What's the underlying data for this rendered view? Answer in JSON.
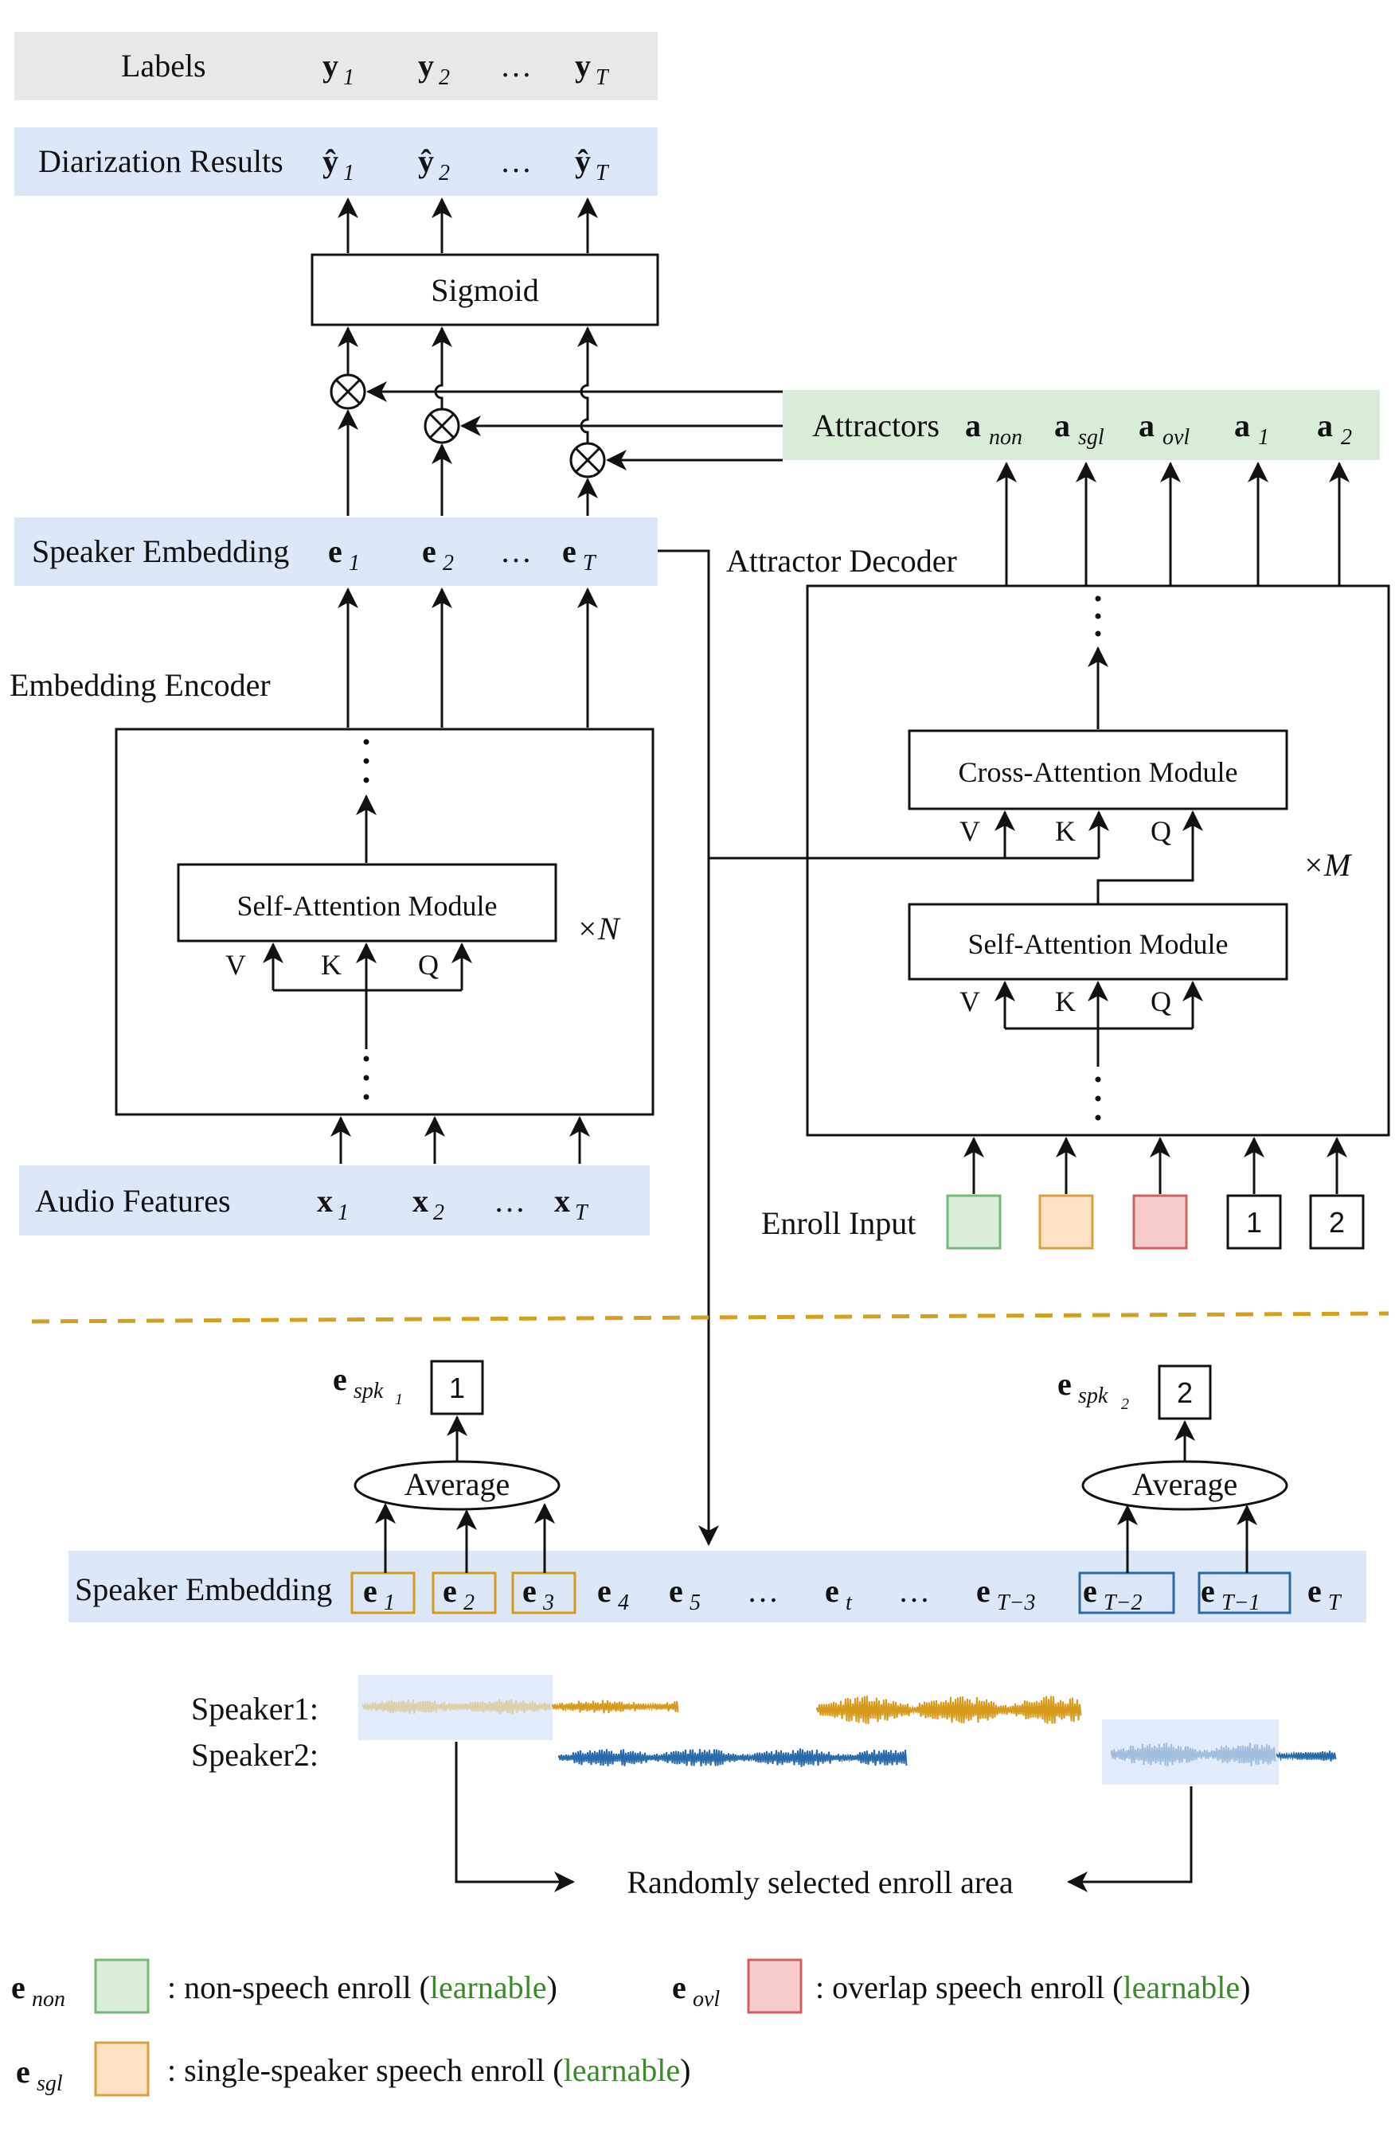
{
  "colors": {
    "band_gray": "#e8e8e8",
    "band_blue": "#dce8f8",
    "band_green": "#d9ecd8",
    "non_fill": "#d9ecd8",
    "non_stroke": "#7ab87a",
    "sgl_fill": "#fde3c4",
    "sgl_stroke": "#d8a040",
    "ovl_fill": "#f6cccc",
    "ovl_stroke": "#d06060",
    "spk1": "#d69b1c",
    "spk2": "#2a6aa8",
    "dash": "#d4a020",
    "learnable": "#3a8a2a"
  },
  "labels_row": {
    "label": "Labels",
    "items": [
      "y",
      "y",
      "…",
      "y"
    ],
    "subs": [
      "1",
      "2",
      "",
      "T"
    ]
  },
  "diar_row": {
    "label": "Diarization Results",
    "items": [
      "ŷ",
      "ŷ",
      "…",
      "ŷ"
    ],
    "subs": [
      "1",
      "2",
      "",
      "T"
    ]
  },
  "sigmoid": "Sigmoid",
  "attractors": {
    "label": "Attractors",
    "items": [
      "a",
      "a",
      "a",
      "a",
      "a"
    ],
    "subs": [
      "non",
      "sgl",
      "ovl",
      "1",
      "2"
    ]
  },
  "speaker_emb_top": {
    "label": "Speaker Embedding",
    "items": [
      "e",
      "e",
      "…",
      "e"
    ],
    "subs": [
      "1",
      "2",
      "",
      "T"
    ]
  },
  "attractor_decoder": "Attractor Decoder",
  "embedding_encoder": "Embedding Encoder",
  "cross_attention": "Cross-Attention Module",
  "self_attention_enc": "Self-Attention Module",
  "self_attention_dec": "Self-Attention Module",
  "vkq": [
    "V",
    "K",
    "Q"
  ],
  "repeat_n": "×N",
  "repeat_m": "×M",
  "audio_features": {
    "label": "Audio Features",
    "items": [
      "x",
      "x",
      "…",
      "x"
    ],
    "subs": [
      "1",
      "2",
      "",
      "T"
    ]
  },
  "enroll_input": "Enroll Input",
  "enroll_numbers": [
    "1",
    "2"
  ],
  "espk1": {
    "text": "e",
    "sub": "spk",
    "subsub": "1",
    "box": "1"
  },
  "espk2": {
    "text": "e",
    "sub": "spk",
    "subsub": "2",
    "box": "2"
  },
  "average": "Average",
  "speaker_emb_bottom": {
    "label": "Speaker Embedding",
    "items": [
      "e",
      "e",
      "e",
      "e",
      "e",
      "…",
      "e",
      "…",
      "e",
      "e",
      "e",
      "e"
    ],
    "subs": [
      "1",
      "2",
      "3",
      "4",
      "5",
      "",
      "t",
      "",
      "T−3",
      "T−2",
      "T−1",
      "T"
    ]
  },
  "speaker1": "Speaker1:",
  "speaker2": "Speaker2:",
  "randomly_selected": "Randomly selected enroll area",
  "legend": {
    "non": {
      "sym": "e",
      "sub": "non",
      "text_a": ": non-speech enroll (",
      "learnable": "learnable",
      "text_b": ")"
    },
    "ovl": {
      "sym": "e",
      "sub": "ovl",
      "text_a": ": overlap speech enroll (",
      "learnable": "learnable",
      "text_b": ")"
    },
    "sgl": {
      "sym": "e",
      "sub": "sgl",
      "text_a": ": single-speaker speech enroll (",
      "learnable": "learnable",
      "text_b": ")"
    }
  }
}
